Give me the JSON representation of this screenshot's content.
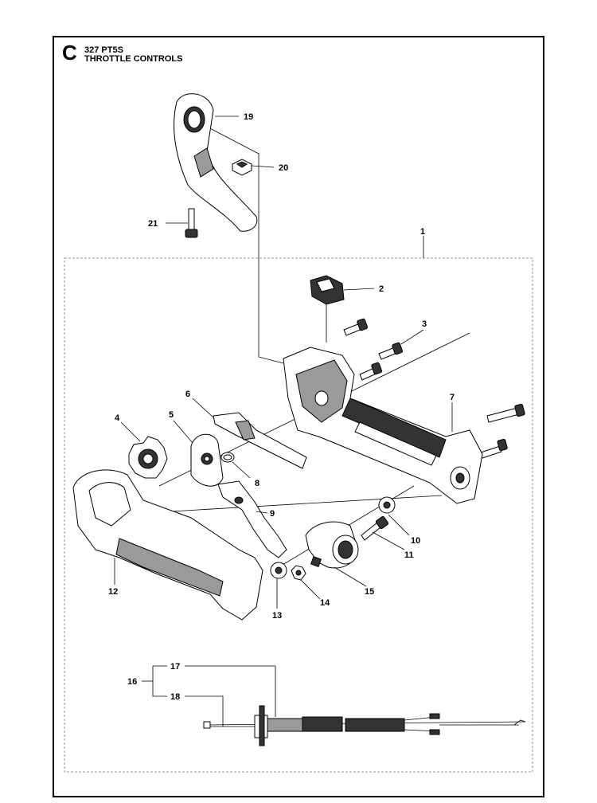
{
  "header": {
    "section_letter": "C",
    "model": "327 PT5S",
    "title": "THROTTLE CONTROLS"
  },
  "parts": [
    {
      "id": "1",
      "label": "1"
    },
    {
      "id": "2",
      "label": "2"
    },
    {
      "id": "3",
      "label": "3"
    },
    {
      "id": "4",
      "label": "4"
    },
    {
      "id": "5",
      "label": "5"
    },
    {
      "id": "6",
      "label": "6"
    },
    {
      "id": "7",
      "label": "7"
    },
    {
      "id": "8",
      "label": "8"
    },
    {
      "id": "9",
      "label": "9"
    },
    {
      "id": "10",
      "label": "10"
    },
    {
      "id": "11",
      "label": "11"
    },
    {
      "id": "12",
      "label": "12"
    },
    {
      "id": "13",
      "label": "13"
    },
    {
      "id": "14",
      "label": "14"
    },
    {
      "id": "15",
      "label": "15"
    },
    {
      "id": "16",
      "label": "16"
    },
    {
      "id": "17",
      "label": "17"
    },
    {
      "id": "18",
      "label": "18"
    },
    {
      "id": "19",
      "label": "19"
    },
    {
      "id": "20",
      "label": "20"
    },
    {
      "id": "21",
      "label": "21"
    }
  ]
}
